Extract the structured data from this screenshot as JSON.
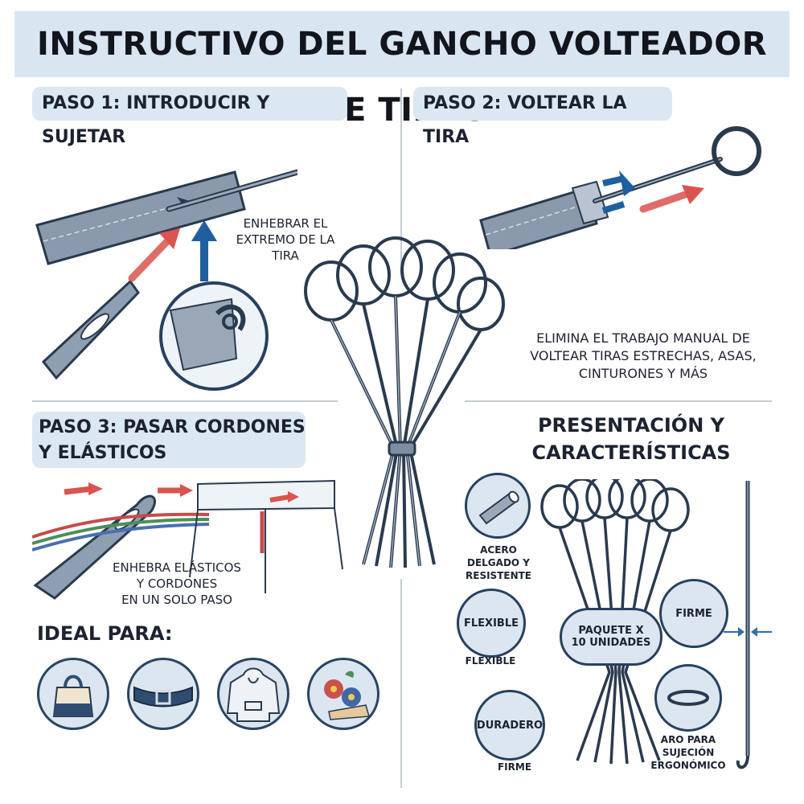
{
  "title": "INSTRUCTIVO DEL GANCHO VOLTEADOR DE TIRAS",
  "steps": {
    "step1": "PASO 1: INTRODUCIR Y SUJETAR",
    "step2": "PASO 2: VOLTEAR LA TIRA",
    "step3_line1": "PASO 3: PASAR CORDONES",
    "step3_line2": "Y ELÁSTICOS"
  },
  "captions": {
    "thread_1": "ENHEBRAR EL",
    "thread_2": "EXTREMO DE LA",
    "thread_3": "TIRA",
    "eliminate_1": "ELIMINA EL TRABAJO MANUAL DE",
    "eliminate_2": "VOLTEAR TIRAS ESTRECHAS, ASAS,",
    "eliminate_3": "CINTURONES Y MÁS",
    "elastic_1": "ENHEBRA ELÁSTICOS",
    "elastic_2": "Y CORDONES",
    "elastic_3": "EN UN SOLO PASO"
  },
  "ideal_title": "IDEAL PARA:",
  "ideal_icons": [
    "tote-bag-icon",
    "belt-icon",
    "hoodie-icon",
    "fabric-flowers-icon"
  ],
  "features": {
    "title_1": "PRESENTACIÓN Y",
    "title_2": "CARACTERÍSTICAS",
    "steel_1": "ACERO",
    "steel_2": "DELGADO Y",
    "steel_3": "RESISTENTE",
    "flexible_badge": "FLEXIBLE",
    "flexible_label": "FLEXIBLE",
    "durable_badge": "DURADERO",
    "firm_label": "FIRME",
    "firm_badge": "FIRME",
    "pack_1": "PAQUETE X",
    "pack_2": "10 UNIDADES",
    "ring_1": "ARO PARA",
    "ring_2": "SUJECIÓN",
    "ring_3": "ERGONÓMICO"
  },
  "colors": {
    "panel": "#dbe7f1",
    "steel": "#5f6f82",
    "outline": "#27415f",
    "arrow_red": "#d9544f",
    "arrow_blue": "#1f5fa0"
  }
}
